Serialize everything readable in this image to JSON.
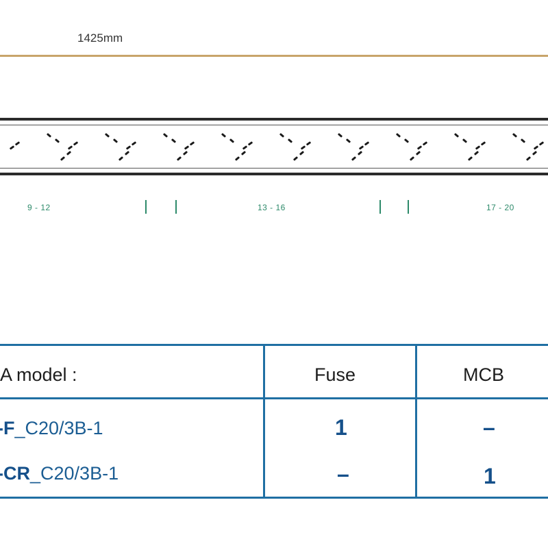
{
  "dimension": {
    "label": "1425mm"
  },
  "groups": [
    {
      "label": "9 - 12"
    },
    {
      "label": "13 - 16"
    },
    {
      "label": "17 - 20"
    }
  ],
  "table": {
    "header": {
      "model": "A model :",
      "fuse": "Fuse",
      "mcb": "MCB"
    },
    "rows": [
      {
        "model_bold": "-F",
        "model_rest": "_C20/3B-1",
        "fuse": "1",
        "mcb": "–"
      },
      {
        "model_bold": "-CR",
        "model_rest": "_C20/3B-1",
        "fuse": "–",
        "mcb": "1"
      }
    ]
  },
  "colors": {
    "dimension_line": "#c8a46a",
    "table_border": "#1f6fa3",
    "group_label": "#2d8a6a"
  }
}
